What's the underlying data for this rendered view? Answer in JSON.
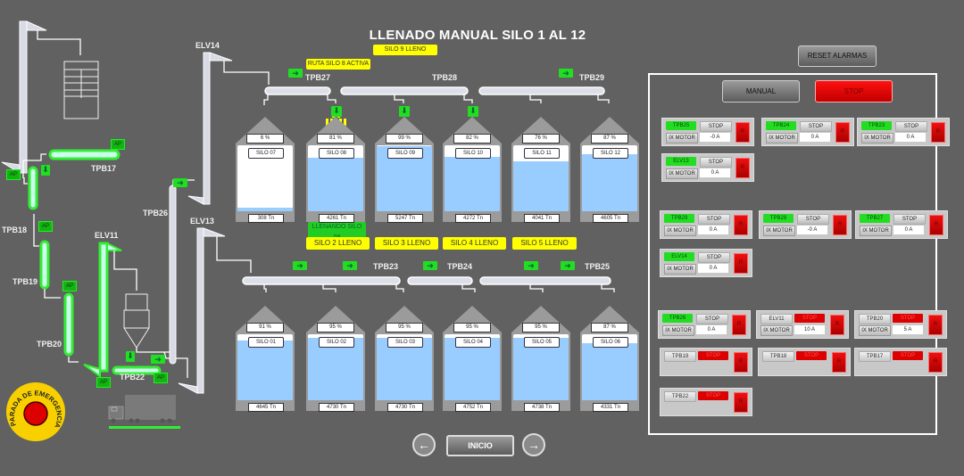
{
  "title": "LLENADO MANUAL SILO 1 AL 12",
  "top_buttons": {
    "reset_alarms": "RESET ALARMAS",
    "manual": "MANUAL",
    "stop": "STOP"
  },
  "banners": {
    "silo9_full": "SILO 9 LLENO",
    "route_active": "RUTA SILO 8 ACTIVA",
    "filling": "LLENANDO SILO 08",
    "full_list": [
      "SILO 2 LLENO",
      "SILO 3 LLENO",
      "SILO 4 LLENO",
      "SILO 5 LLENO"
    ]
  },
  "conveyors": {
    "tpb27": "TPB27",
    "tpb28": "TPB28",
    "tpb29": "TPB29",
    "tpb23": "TPB23",
    "tpb24": "TPB24",
    "tpb25": "TPB25",
    "tpb17": "TPB17",
    "tpb18": "TPB18",
    "tpb19": "TPB19",
    "tpb20": "TPB20",
    "tpb22": "TPB22",
    "tpb26": "TPB26",
    "elv14": "ELV14",
    "elv13": "ELV13",
    "elv11": "ELV11",
    "ap": "AP"
  },
  "silos_top": [
    {
      "name": "SILO 07",
      "pct": "6 %",
      "tn": "308 Tn",
      "fill": 0.06
    },
    {
      "name": "SILO 08",
      "pct": "81 %",
      "tn": "4261 Tn",
      "fill": 0.81
    },
    {
      "name": "SILO 09",
      "pct": "99 %",
      "tn": "5247 Tn",
      "fill": 0.99
    },
    {
      "name": "SILO 10",
      "pct": "82 %",
      "tn": "4272 Tn",
      "fill": 0.82
    },
    {
      "name": "SILO 11",
      "pct": "76 %",
      "tn": "4041 Tn",
      "fill": 0.76
    },
    {
      "name": "SILO 12",
      "pct": "87 %",
      "tn": "4605 Tn",
      "fill": 0.87
    }
  ],
  "silos_bottom": [
    {
      "name": "SILO 01",
      "pct": "91 %",
      "tn": "4645 Tn",
      "fill": 0.91
    },
    {
      "name": "SILO 02",
      "pct": "95 %",
      "tn": "4730 Tn",
      "fill": 0.95
    },
    {
      "name": "SILO 03",
      "pct": "95 %",
      "tn": "4730 Tn",
      "fill": 0.95
    },
    {
      "name": "SILO 04",
      "pct": "95 %",
      "tn": "4752 Tn",
      "fill": 0.95
    },
    {
      "name": "SILO 05",
      "pct": "95 %",
      "tn": "4738 Tn",
      "fill": 0.95
    },
    {
      "name": "SILO 06",
      "pct": "87 %",
      "tn": "4331 Tn",
      "fill": 0.87
    }
  ],
  "motor_cards": [
    {
      "name": "TPB25",
      "status": "STOP",
      "label": "IX MOTOR",
      "value": "-0 A",
      "running": true,
      "stop_red": false,
      "reset": "R"
    },
    {
      "name": "TPB24",
      "status": "STOP",
      "label": "IX MOTOR",
      "value": "0 A",
      "running": true,
      "stop_red": false,
      "reset": "R"
    },
    {
      "name": "TPB23",
      "status": "STOP",
      "label": "IX MOTOR",
      "value": "0 A",
      "running": true,
      "stop_red": false,
      "reset": "R"
    },
    {
      "name": "ELV13",
      "status": "STOP",
      "label": "IX MOTOR",
      "value": "0 A",
      "running": true,
      "stop_red": false,
      "reset": "R"
    },
    {
      "name": "TPB29",
      "status": "STOP",
      "label": "IX MOTOR",
      "value": "0 A",
      "running": true,
      "stop_red": false,
      "reset": "R"
    },
    {
      "name": "TPB28",
      "status": "STOP",
      "label": "IX MOTOR",
      "value": "-0 A",
      "running": true,
      "stop_red": false,
      "reset": "R"
    },
    {
      "name": "TPB27",
      "status": "STOP",
      "label": "IX MOTOR",
      "value": "0 A",
      "running": true,
      "stop_red": false,
      "reset": "R"
    },
    {
      "name": "ELV14",
      "status": "STOP",
      "label": "IX MOTOR",
      "value": "0 A",
      "running": true,
      "stop_red": false,
      "reset": "R"
    },
    {
      "name": "TPB26",
      "status": "STOP",
      "label": "IX MOTOR",
      "value": "0 A",
      "running": true,
      "stop_red": false,
      "reset": "R"
    },
    {
      "name": "ELV11",
      "status": "STOP",
      "label": "IX MOTOR",
      "value": "10 A",
      "running": false,
      "stop_red": true,
      "reset": "R"
    },
    {
      "name": "TPB20",
      "status": "STOP",
      "label": "IX MOTOR",
      "value": "5 A",
      "running": false,
      "stop_red": true,
      "reset": "R"
    },
    {
      "name": "TPB19",
      "status": "STOP",
      "running": false,
      "stop_red": true,
      "reset": "R"
    },
    {
      "name": "TPB18",
      "status": "STOP",
      "running": false,
      "stop_red": true,
      "reset": "R"
    },
    {
      "name": "TPB17",
      "status": "STOP",
      "running": false,
      "stop_red": true,
      "reset": "R"
    },
    {
      "name": "TPB22",
      "status": "STOP",
      "running": false,
      "stop_red": true,
      "reset": "R"
    }
  ],
  "emergency": "PARADA DE EMERGENCIA",
  "nav": {
    "home": "INICIO",
    "prev": "←",
    "next": "→"
  },
  "colors": {
    "background": "#616161",
    "running": "#22dd22",
    "alarm": "#dd0000",
    "warning": "#ffff00",
    "product": "#99ccff"
  }
}
